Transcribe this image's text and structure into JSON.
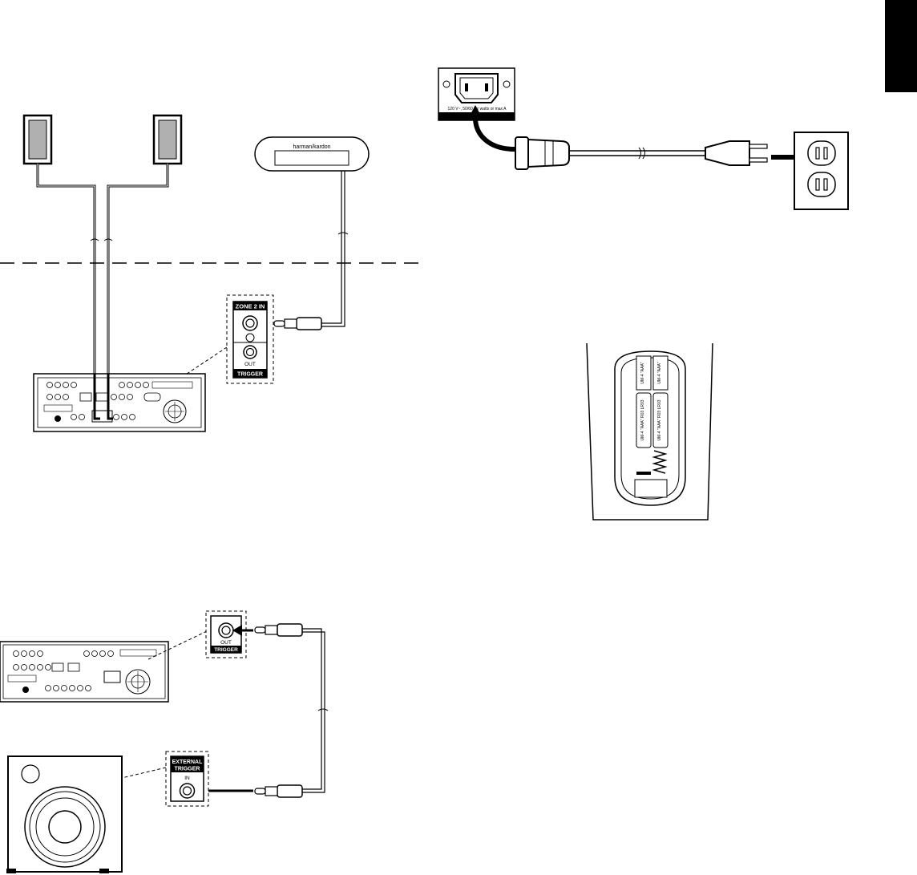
{
  "colors": {
    "ink": "#000000",
    "paper": "#ffffff",
    "gray": "#b0b0b0"
  },
  "zone2_keypad": {
    "brand_text": "harman/kardon"
  },
  "zone2_jack_panel": {
    "title": "ZONE 2 IN",
    "out_label": "OUT",
    "footer": "TRIGGER"
  },
  "power_inlet": {
    "rating_text": "120 V~, 50/60 Hz  watts or max A"
  },
  "remote_battery": {
    "battery_label_1": "UM-4 \"AAA\" R03 LR03",
    "battery_label_2": "UM-4 \"AAA\" R03 LR03",
    "battery_label_top_1": "UM-4 \"AAA\"",
    "battery_label_top_2": "UM-4 \"AAA\""
  },
  "trigger_out_panel": {
    "out_label": "OUT",
    "footer": "TRIGGER"
  },
  "ext_trigger_panel": {
    "title_line1": "EXTERNAL",
    "title_line2": "TRIGGER",
    "in_label": "IN"
  },
  "icons": [
    "speaker-icon",
    "plug-icon",
    "outlet-icon",
    "arrow-icon",
    "subwoofer-icon"
  ]
}
